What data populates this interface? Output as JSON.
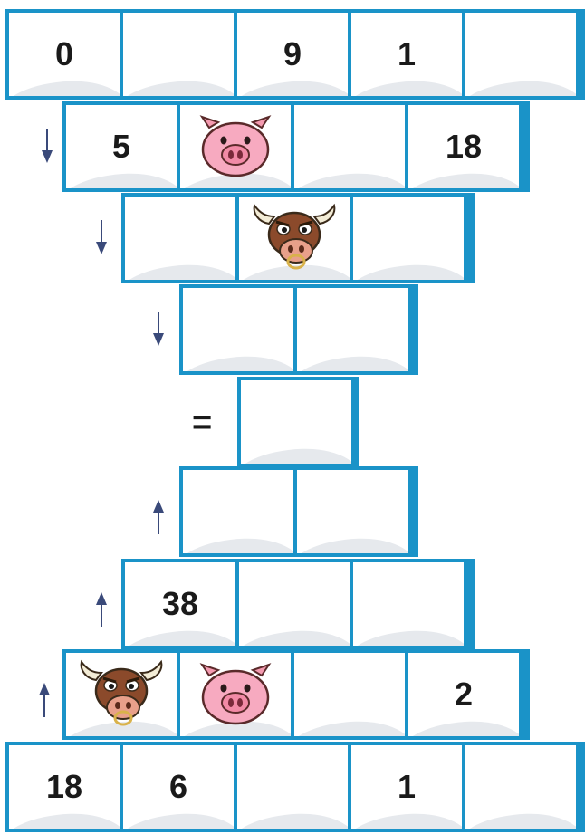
{
  "rows": [
    [
      "0",
      "",
      "9",
      "1",
      ""
    ],
    [
      "5",
      "pig-icon",
      "",
      "18"
    ],
    [
      "",
      "bull-icon",
      ""
    ],
    [
      "",
      ""
    ],
    [
      ""
    ],
    [
      "",
      ""
    ],
    [
      "38",
      "",
      ""
    ],
    [
      "bull-icon",
      "pig-icon",
      "",
      "2"
    ],
    [
      "18",
      "6",
      "",
      "1",
      ""
    ]
  ],
  "arrows": [
    "down",
    "down",
    "down",
    "equals",
    "up",
    "up",
    "up"
  ],
  "equals_label": "=",
  "colors": {
    "border": "#1a93c8",
    "arrow": "#3a4a7a",
    "cell_shadow": "#e6e9ed"
  }
}
